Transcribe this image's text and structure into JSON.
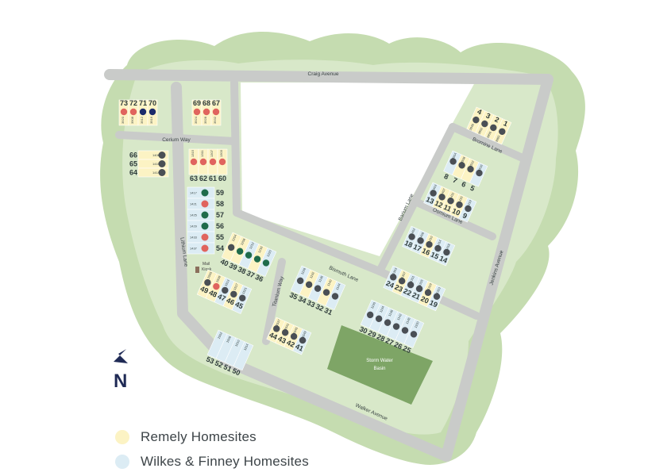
{
  "colors": {
    "remely": "#fcf3c4",
    "wilkes_finney": "#dcecf4",
    "dot_gray": "#4a4f55",
    "dot_red": "#e0645e",
    "dot_navy": "#1c2b6b",
    "dot_green": "#1f6b4a",
    "road": "#c9cbc9",
    "grass": "#d8e8c9",
    "tree_edge": "#c5dcb0",
    "basin": "#7ea566"
  },
  "streets": {
    "craig": "Craig Avenue",
    "cerium": "Cerium Way",
    "bromine": "Bromine Lane",
    "barium": "Barium Lane",
    "osmium": "Osmium Lane",
    "jenkins": "Jenkins Avenue",
    "lithium": "Lithium Lane",
    "bismuth": "Bismuth Lane",
    "titanium": "Titanium Way",
    "walker": "Walker Avenue"
  },
  "features": {
    "basin_line1": "Storm Water",
    "basin_line2": "Basin",
    "kiosk_line1": "Mail",
    "kiosk_line2": "Kiosk"
  },
  "north_label": "N",
  "legend": {
    "remely": "Remely Homesites",
    "wilkes_finney": "Wilkes & Finney Homesites"
  },
  "lots": [
    {
      "id": "73",
      "addr": "3920",
      "status": "red",
      "type": "remely"
    },
    {
      "id": "72",
      "addr": "3908",
      "status": "red",
      "type": "remely"
    },
    {
      "id": "71",
      "addr": "3912",
      "status": "navy",
      "type": "remely"
    },
    {
      "id": "70",
      "addr": "3916",
      "status": "navy",
      "type": "remely"
    },
    {
      "id": "69",
      "addr": "3924",
      "status": "red",
      "type": "remely"
    },
    {
      "id": "68",
      "addr": "3928",
      "status": "red",
      "type": "remely"
    },
    {
      "id": "67",
      "addr": "3932",
      "status": "red",
      "type": "remely"
    },
    {
      "id": "66",
      "addr": "1406",
      "status": "gray",
      "type": "remely"
    },
    {
      "id": "65",
      "addr": "1410",
      "status": "gray",
      "type": "remely"
    },
    {
      "id": "64",
      "addr": "1414",
      "status": "gray",
      "type": "remely"
    },
    {
      "id": "63",
      "addr": "1315",
      "status": "red",
      "type": "remely"
    },
    {
      "id": "62",
      "addr": "1311",
      "status": "red",
      "type": "remely"
    },
    {
      "id": "61",
      "addr": "1307",
      "status": "red",
      "type": "remely"
    },
    {
      "id": "60",
      "addr": "1303",
      "status": "red",
      "type": "remely"
    },
    {
      "id": "59",
      "addr": "1417",
      "status": "green",
      "type": "wilkes_finney"
    },
    {
      "id": "58",
      "addr": "1421",
      "status": "red",
      "type": "wilkes_finney"
    },
    {
      "id": "57",
      "addr": "1425",
      "status": "green",
      "type": "wilkes_finney"
    },
    {
      "id": "56",
      "addr": "1429",
      "status": "green",
      "type": "wilkes_finney"
    },
    {
      "id": "55",
      "addr": "1433",
      "status": "red",
      "type": "wilkes_finney"
    },
    {
      "id": "54",
      "addr": "1437",
      "status": "red",
      "type": "wilkes_finney"
    },
    {
      "id": "4",
      "addr": "3948",
      "status": "gray",
      "type": "remely"
    },
    {
      "id": "3",
      "addr": "3952",
      "status": "gray",
      "type": "remely"
    },
    {
      "id": "2",
      "addr": "3956",
      "status": "gray",
      "type": "remely"
    },
    {
      "id": "1",
      "addr": "3960",
      "status": "gray",
      "type": "remely"
    },
    {
      "id": "8",
      "addr": "3504",
      "status": "gray",
      "type": "wilkes_finney"
    },
    {
      "id": "7",
      "addr": "3508",
      "status": "gray",
      "type": "remely"
    },
    {
      "id": "6",
      "addr": "3512",
      "status": "gray",
      "type": "remely"
    },
    {
      "id": "5",
      "addr": "3516",
      "status": "gray",
      "type": "wilkes_finney"
    },
    {
      "id": "13",
      "addr": "1403",
      "status": "gray",
      "type": "wilkes_finney"
    },
    {
      "id": "12",
      "addr": "1407",
      "status": "gray",
      "type": "remely"
    },
    {
      "id": "11",
      "addr": "1411",
      "status": "gray",
      "type": "remely"
    },
    {
      "id": "10",
      "addr": "1415",
      "status": "gray",
      "type": "remely"
    },
    {
      "id": "9",
      "addr": "1419",
      "status": "gray",
      "type": "wilkes_finney"
    },
    {
      "id": "18",
      "addr": "1402",
      "status": "gray",
      "type": "wilkes_finney"
    },
    {
      "id": "17",
      "addr": "1406",
      "status": "gray",
      "type": "wilkes_finney"
    },
    {
      "id": "16",
      "addr": "1410",
      "status": "gray",
      "type": "remely"
    },
    {
      "id": "15",
      "addr": "1414",
      "status": "gray",
      "type": "wilkes_finney"
    },
    {
      "id": "14",
      "addr": "1418",
      "status": "gray",
      "type": "wilkes_finney"
    },
    {
      "id": "24",
      "addr": "1303",
      "status": "gray",
      "type": "wilkes_finney"
    },
    {
      "id": "23",
      "addr": "1307",
      "status": "gray",
      "type": "remely"
    },
    {
      "id": "22",
      "addr": "1311",
      "status": "gray",
      "type": "wilkes_finney"
    },
    {
      "id": "21",
      "addr": "1315",
      "status": "gray",
      "type": "wilkes_finney"
    },
    {
      "id": "20",
      "addr": "1319",
      "status": "gray",
      "type": "remely"
    },
    {
      "id": "19",
      "addr": "1323",
      "status": "gray",
      "type": "wilkes_finney"
    },
    {
      "id": "40",
      "addr": "1204",
      "status": "gray",
      "type": "remely"
    },
    {
      "id": "39",
      "addr": "1208",
      "status": "green",
      "type": "remely"
    },
    {
      "id": "38",
      "addr": "1212",
      "status": "green",
      "type": "wilkes_finney"
    },
    {
      "id": "37",
      "addr": "1216",
      "status": "green",
      "type": "remely"
    },
    {
      "id": "36",
      "addr": "1220",
      "status": "green",
      "type": "wilkes_finney"
    },
    {
      "id": "35",
      "addr": "1128",
      "status": "gray",
      "type": "wilkes_finney"
    },
    {
      "id": "34",
      "addr": "1132",
      "status": "gray",
      "type": "remely"
    },
    {
      "id": "33",
      "addr": "1136",
      "status": "gray",
      "type": "wilkes_finney"
    },
    {
      "id": "32",
      "addr": "1140",
      "status": "gray",
      "type": "remely"
    },
    {
      "id": "31",
      "addr": "1144",
      "status": "gray",
      "type": "wilkes_finney"
    },
    {
      "id": "49",
      "addr": "1505",
      "status": "gray",
      "type": "remely"
    },
    {
      "id": "48",
      "addr": "1509",
      "status": "red",
      "type": "remely"
    },
    {
      "id": "47",
      "addr": "1513",
      "status": "gray",
      "type": "wilkes_finney"
    },
    {
      "id": "46",
      "addr": "1517",
      "status": "gray",
      "type": "remely"
    },
    {
      "id": "45",
      "addr": "1521",
      "status": "gray",
      "type": "wilkes_finney"
    },
    {
      "id": "44",
      "addr": "1537",
      "status": "gray",
      "type": "remely"
    },
    {
      "id": "43",
      "addr": "1541",
      "status": "gray",
      "type": "remely"
    },
    {
      "id": "42",
      "addr": "1545",
      "status": "gray",
      "type": "remely"
    },
    {
      "id": "41",
      "addr": "1549",
      "status": "gray",
      "type": "wilkes_finney"
    },
    {
      "id": "30",
      "addr": "1130",
      "status": "gray",
      "type": "wilkes_finney"
    },
    {
      "id": "29",
      "addr": "1134",
      "status": "gray",
      "type": "wilkes_finney"
    },
    {
      "id": "28",
      "addr": "1138",
      "status": "gray",
      "type": "wilkes_finney"
    },
    {
      "id": "27",
      "addr": "1142",
      "status": "gray",
      "type": "wilkes_finney"
    },
    {
      "id": "26",
      "addr": "1146",
      "status": "gray",
      "type": "wilkes_finney"
    },
    {
      "id": "25",
      "addr": "1150",
      "status": "gray",
      "type": "wilkes_finney"
    },
    {
      "id": "53",
      "addr": "1502",
      "status": "none",
      "type": "wilkes_finney"
    },
    {
      "id": "52",
      "addr": "1506",
      "status": "none",
      "type": "wilkes_finney"
    },
    {
      "id": "51",
      "addr": "1510",
      "status": "none",
      "type": "wilkes_finney"
    },
    {
      "id": "50",
      "addr": "1514",
      "status": "none",
      "type": "wilkes_finney"
    }
  ]
}
